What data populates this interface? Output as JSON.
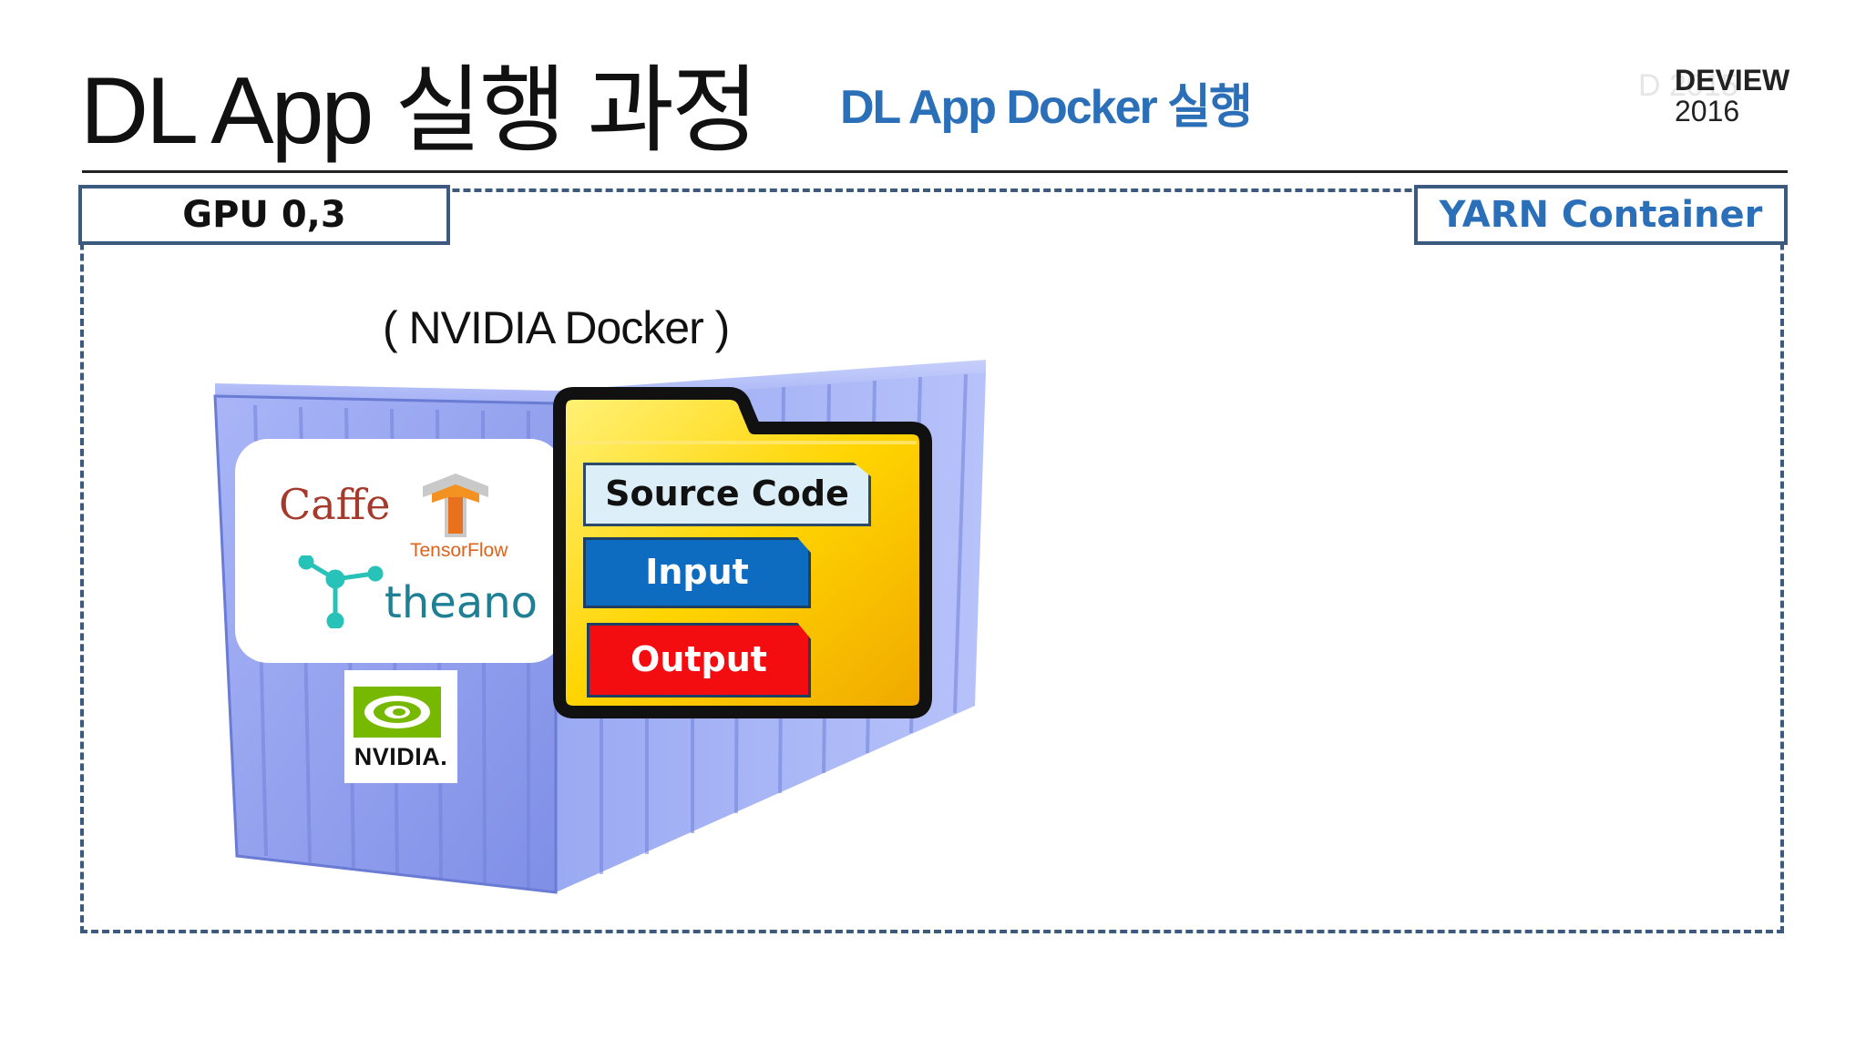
{
  "slide": {
    "title": "DL App 실행 과정",
    "subtitle": "DL App Docker 실행",
    "logo": {
      "brand": "DEVIEW",
      "year": "2016"
    }
  },
  "diagram": {
    "gpu_tag": "GPU 0,3",
    "yarn_tag": "YARN Container",
    "docker_caption": "( NVIDIA Docker )",
    "frameworks": {
      "caffe": "Caffe",
      "tensorflow": "TensorFlow",
      "theano": "theano"
    },
    "nvidia_label": "NVIDIA.",
    "files": {
      "source": "Source Code",
      "input": "Input",
      "output": "Output"
    }
  },
  "colors": {
    "accent_blue": "#2a6fb8",
    "frame": "#3b5a7e",
    "input_blue": "#0d6cc0",
    "output_red": "#f30d10",
    "folder_yellow": "#ffd400",
    "container_blue": "#8e9ff0"
  }
}
